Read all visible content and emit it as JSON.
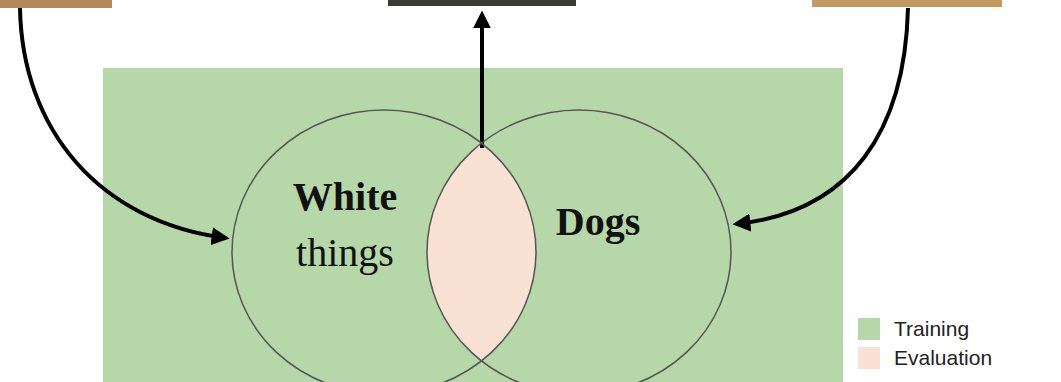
{
  "diagram": {
    "nodes": [
      {
        "text": [
          "White",
          "things"
        ]
      },
      {
        "text": [
          "Dogs"
        ]
      }
    ],
    "legend": [
      {
        "text": "Training",
        "color": "#b6d7a8"
      },
      {
        "text": "Evaluation",
        "color": "#f9e1d4"
      }
    ]
  }
}
